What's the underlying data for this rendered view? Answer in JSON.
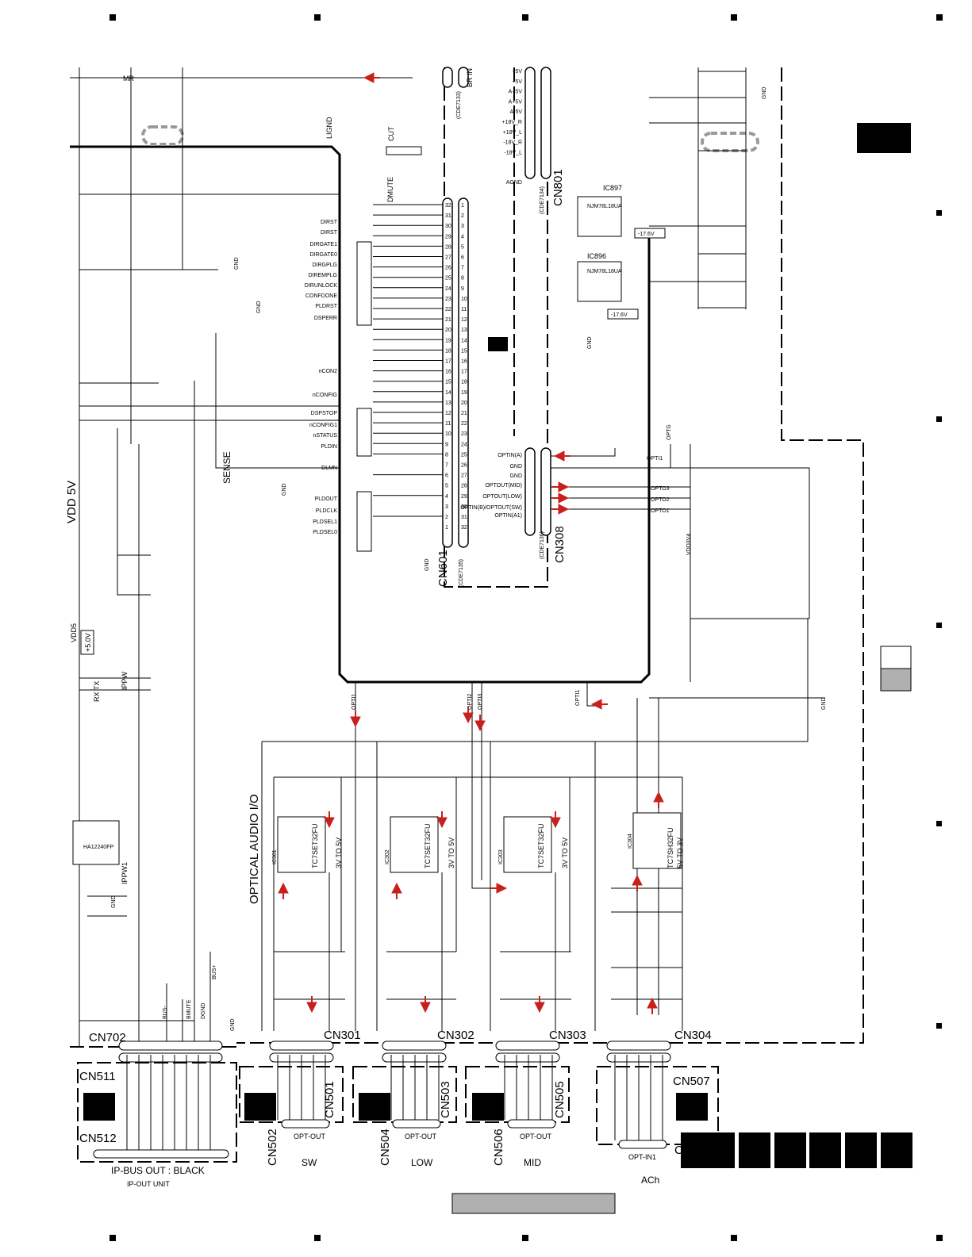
{
  "title": {
    "optical_audio": "OPTICAL AUDIO I/O",
    "ip_bus_out": "IP-BUS OUT : BLACK",
    "ip_out_unit": "IP-OUT UNIT"
  },
  "labels": {
    "vdd5v": "VDD 5V",
    "vdd5_box": "+5.0V",
    "vdd5": "VDD5",
    "sense": "SENSE",
    "cut": "CUT",
    "dmute": "DMUTE",
    "mr": "MR",
    "ligndl": "LIGND",
    "br_in": "BR IN",
    "rx_tx": "RX TX",
    "ippw": "IPPW",
    "ippw1": "IPPW1",
    "opti1": "OPTI1",
    "opti2": "OPTI2",
    "opti3": "OPTI3",
    "optg": "OPTG",
    "vdd3v4": "VDD3V4",
    "sw": "SW",
    "low": "LOW",
    "mid": "MID",
    "ach": "ACh",
    "opt_out": "OPT-OUT",
    "opt_in": "OPT-IN1",
    "gnd": "GND",
    "bus": "BUS-",
    "bmute": "BMUTE",
    "dgnd": "DGND",
    "busp": "BUS+",
    "neg17": "-17.6V"
  },
  "connectors": {
    "cn601": "CN601",
    "cn308": "CN308",
    "cn801": "CN801",
    "cn702": "CN702",
    "cn301": "CN301",
    "cn302": "CN302",
    "cn303": "CN303",
    "cn304": "CN304",
    "cn501": "CN501",
    "cn502": "CN502",
    "cn503": "CN503",
    "cn504": "CN504",
    "cn505": "CN505",
    "cn506": "CN506",
    "cn507": "CN507",
    "cn508": "CN508",
    "cn511": "CN511",
    "cn512": "CN512",
    "cde7135": "(CDE7135)",
    "cde7133": "(CDE7133)",
    "cde7134": "(CDE7134)",
    "cde7136": "(CDE7136)"
  },
  "ics": {
    "ic301": "IC301",
    "ic302": "IC302",
    "ic303": "IC303",
    "ic304": "IC304",
    "tc7set": "TC7SET32FU",
    "tc7sh": "TC7SH32FU",
    "v3to5": "3V TO 5V",
    "v5to3": "5V TO 3V",
    "ha12240": "HA12240FP",
    "ic897": "IC897",
    "ic896": "IC896",
    "njm": "NJM78L18UA"
  },
  "cn601_signals": [
    "DIRST",
    "DIRST",
    "DIRGATE1",
    "DIRGATE0",
    "DIRGPLG",
    "DIREMPLG",
    "DIRUNLOCK",
    "CONFDONE",
    "PLDRST",
    "DSPERR",
    "nCON2",
    "nCONFIG",
    "DSPSTOP",
    "nCONFIG1",
    "nSTATUS",
    "PLDIN",
    "DLMN",
    "PLDOUT",
    "PLDCLK",
    "PLDSEL1",
    "PLDSEL0"
  ],
  "cn801_signals": [
    "+5V",
    "+5V",
    "A+5V",
    "A+5V",
    "A-5V",
    "+18V_R",
    "+18V_L",
    "-18V_R",
    "-18V_L",
    "AGND"
  ],
  "cn308_signals": [
    "OPTIN(A)",
    "GND",
    "GND",
    "OPTOUT(MID)",
    "OPTOUT(LOW)",
    "OPTIN(B)/OPTOUT(SW)",
    "OPTIN(A1)"
  ],
  "cn308_outs": [
    "OPTI1",
    "OPTO3",
    "OPTO2",
    "OPTO1"
  ],
  "colors": {
    "arrow": "#c8201c",
    "line": "#000000",
    "shade": "#b0b0b0"
  }
}
